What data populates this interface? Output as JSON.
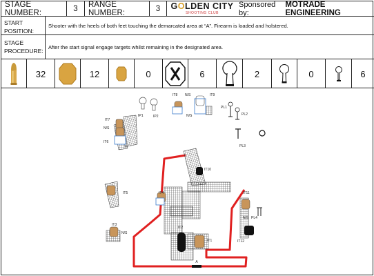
{
  "header": {
    "stage_number_label": "STAGE NUMBER:",
    "stage_number": "3",
    "range_number_label": "RANGE NUMBER:",
    "range_number": "3",
    "logo_main_pre": "G",
    "logo_main_o": "O",
    "logo_main_post": "LDEN CITY",
    "logo_sub": "SHOOTING CLUB",
    "sponsor_label": "Sponsored by:",
    "sponsor_name": "MOTRADE ENGINEERING"
  },
  "start_position": {
    "label_line1": "START",
    "label_line2": "POSITION:",
    "text": "Shooter with the heels of both feet touching the demarcated area at “A”. Firearm is loaded and holstered."
  },
  "stage_procedure": {
    "label_line1": "STAGE",
    "label_line2": "PROCEDURE:",
    "text": "After the start signal engage targets whilst remaining in the designated area."
  },
  "counts": {
    "rounds": "32",
    "ipsc_targets": "12",
    "mini_targets": "0",
    "no_shoots": "6",
    "large_poppers": "2",
    "small_poppers": "0",
    "pepper_poppers": "6"
  },
  "map_labels": {
    "it1": "IT1",
    "it2": "IT2",
    "it3": "IT3",
    "it4": "IT4",
    "it5": "IT5",
    "it6": "IT6",
    "it7": "IT7",
    "it8": "IT8",
    "it9": "IT9",
    "it10": "IT10",
    "it11": "IT11",
    "it12": "IT12",
    "ip1": "IP1",
    "ip2": "IP2",
    "pl1": "PL1",
    "pl2": "PL2",
    "pl3": "PL3",
    "pl4": "PL4",
    "ns": "N/S",
    "start_mark": "A"
  },
  "colors": {
    "fault_line": "#e02020",
    "target_tan": "#c8955a",
    "target_gold": "#d9a441",
    "wall_hatch": "#444444"
  }
}
